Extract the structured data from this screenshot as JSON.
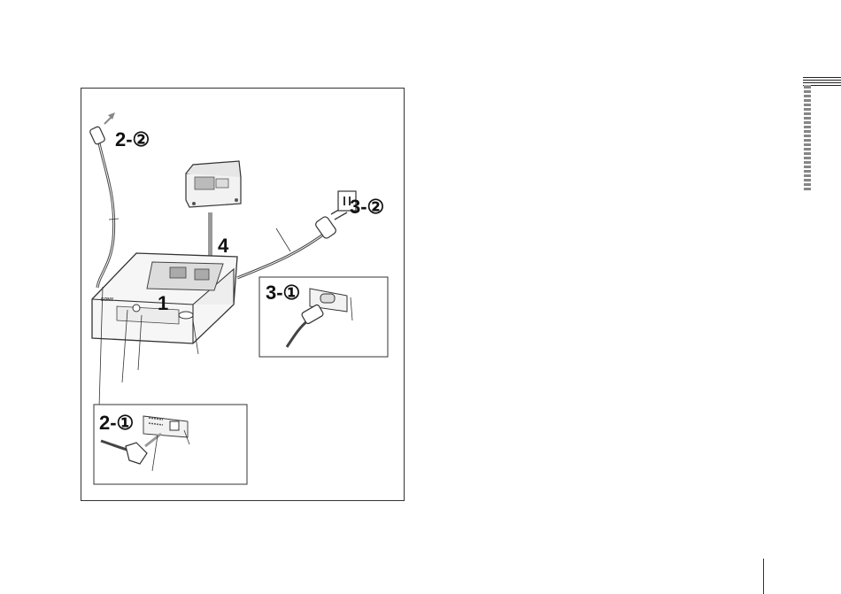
{
  "figure": {
    "callouts": {
      "step1": "1",
      "step2_1": "2-①",
      "step2_2": "2-②",
      "step3_1": "3-①",
      "step3_2": "3-②",
      "step4": "4"
    },
    "brand_mark": "SONY",
    "icons": [
      "battery-pack-icon",
      "battery-charger-icon",
      "dc-output-cable-icon",
      "wall-outlet-icon",
      "ac-power-cord-icon"
    ]
  },
  "sidebar_tab": {
    "label": ""
  }
}
